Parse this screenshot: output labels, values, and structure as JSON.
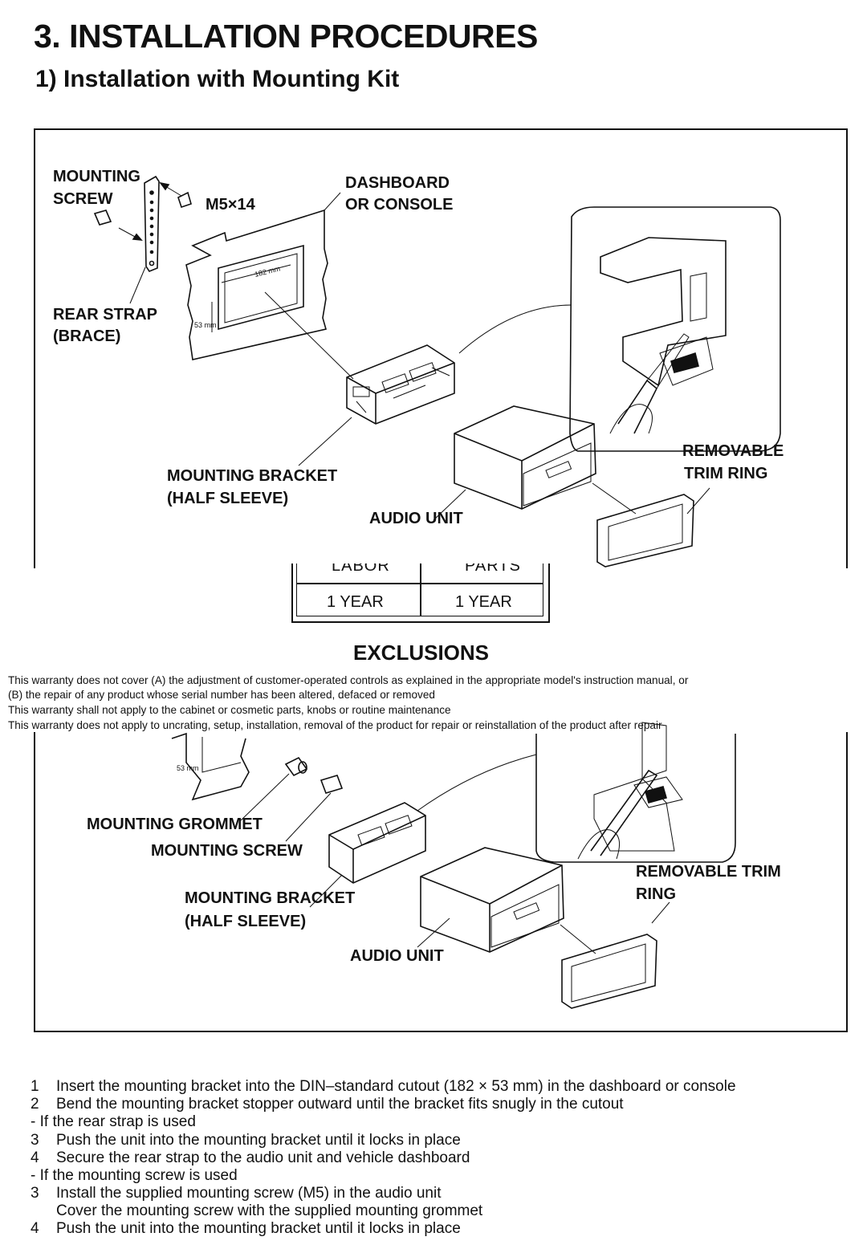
{
  "header": {
    "title": "3. INSTALLATION PROCEDURES",
    "subtitle": "1) Installation with Mounting Kit"
  },
  "diagram_top": {
    "mounting_screw_label_1": "MOUNTING",
    "mounting_screw_label_2": "SCREW",
    "screw_size": "M5×14",
    "dashboard_label_1": "DASHBOARD",
    "dashboard_label_2": "OR CONSOLE",
    "rear_strap_1": "REAR STRAP",
    "rear_strap_2": "(BRACE)",
    "cutout_width": "182 mm",
    "cutout_height": "53 mm",
    "bracket_1": "MOUNTING BRACKET",
    "bracket_2": "(HALF SLEEVE)",
    "audio_unit": "AUDIO UNIT",
    "trim_ring_1": "REMOVABLE",
    "trim_ring_2": "TRIM RING"
  },
  "warranty": {
    "col1_header": "LABOR",
    "col2_header": "PARTS",
    "col1_value": "1 YEAR",
    "col2_value": "1 YEAR"
  },
  "exclusions": {
    "heading": "EXCLUSIONS",
    "lines": [
      "This warranty does not cover (A) the adjustment of customer-operated controls as explained in the appropriate model's instruction manual, or",
      "(B) the repair of any product whose serial number has been altered, defaced or removed",
      "This warranty shall not apply to the cabinet or cosmetic parts, knobs or routine maintenance",
      "This warranty does not apply to uncrating, setup, installation, removal of the product for repair or reinstallation of the product after repair"
    ]
  },
  "diagram_bottom": {
    "cutout_height": "53 mm",
    "grommet": "MOUNTING GROMMET",
    "screw": "MOUNTING SCREW",
    "bracket_1": "MOUNTING BRACKET",
    "bracket_2": "(HALF SLEEVE)",
    "audio_unit": "AUDIO UNIT",
    "trim_ring_1": "REMOVABLE TRIM",
    "trim_ring_2": "RING"
  },
  "steps": [
    {
      "num": "1",
      "text": "Insert the mounting bracket into the DIN–standard cutout (182 × 53 mm) in the dashboard or console"
    },
    {
      "num": "2",
      "text": "Bend the mounting bracket stopper outward until the bracket fits snugly in the cutout"
    },
    {
      "num": "",
      "text": "- If the rear strap is used"
    },
    {
      "num": "3",
      "text": "Push the unit into the mounting bracket until it locks in place"
    },
    {
      "num": "4",
      "text": "Secure the rear strap to the audio unit and vehicle dashboard"
    },
    {
      "num": "",
      "text": "- If the mounting screw is used"
    },
    {
      "num": "3",
      "text": "Install the supplied mounting screw (M5) in the audio unit"
    },
    {
      "num": "",
      "text": "Cover the mounting screw with the supplied mounting grommet"
    },
    {
      "num": "4",
      "text": "Push the unit into the mounting bracket until it locks in place"
    }
  ]
}
